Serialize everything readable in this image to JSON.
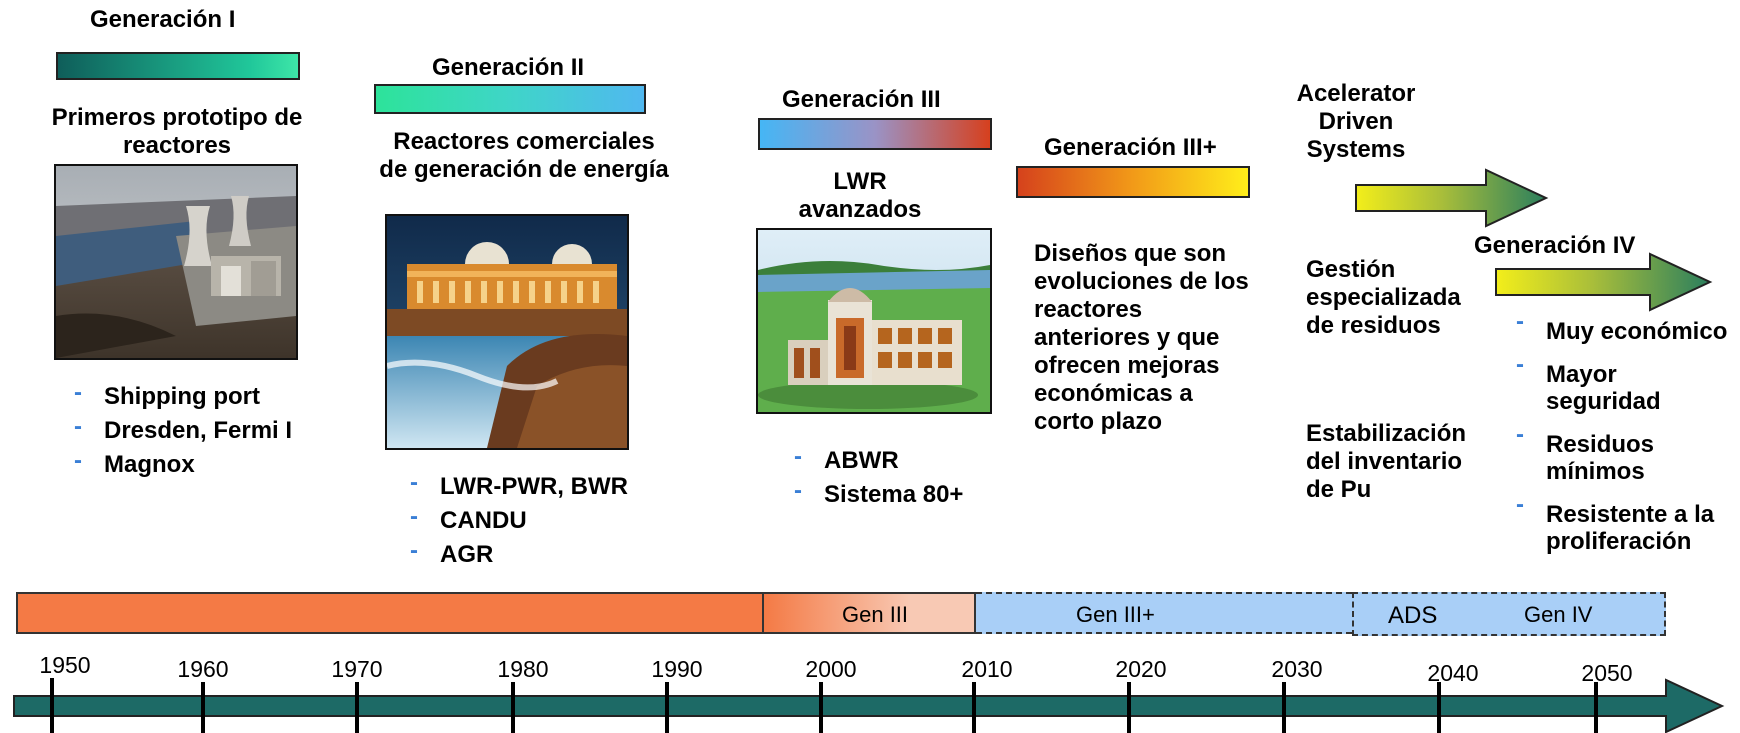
{
  "gen1": {
    "title": "Generación I",
    "description": "Primeros prototipo de reactores",
    "items": [
      "Shipping port",
      "Dresden, Fermi I",
      "Magnox"
    ]
  },
  "gen2": {
    "title": "Generación II",
    "description": "Reactores comerciales de generación de energía",
    "items": [
      "LWR-PWR, BWR",
      "CANDU",
      "AGR"
    ]
  },
  "gen3": {
    "title": "Generación III",
    "description": "LWR avanzados",
    "items": [
      "ABWR",
      "Sistema 80+"
    ]
  },
  "gen3plus": {
    "title": "Generación III+",
    "description": "Diseños que son evoluciones de los reactores anteriores y que ofrecen mejoras económicas a corto plazo"
  },
  "ads": {
    "title": "Acelerator Driven Systems",
    "item1": "Gestión especializada de residuos",
    "item2": "Estabilización del inventario de Pu"
  },
  "gen4": {
    "title": "Generación IV",
    "items": [
      "Muy económico",
      "Mayor seguridad",
      "Residuos mínimos",
      "Resistente a la proliferación"
    ]
  },
  "bands": {
    "gen3": "Gen III",
    "gen3plus": "Gen III+",
    "ads": "ADS",
    "gen4": "Gen IV"
  },
  "timeline": {
    "years": [
      "1950",
      "1960",
      "1970",
      "1980",
      "1990",
      "2000",
      "2010",
      "2020",
      "2030",
      "2040",
      "2050"
    ]
  },
  "colors": {
    "gen1_band": "#f47a45",
    "gen3_band_end": "#f8c9b4",
    "future_band": "#a9cff7",
    "axis": "#1d6a66",
    "bullet": "#3a7fd6"
  }
}
